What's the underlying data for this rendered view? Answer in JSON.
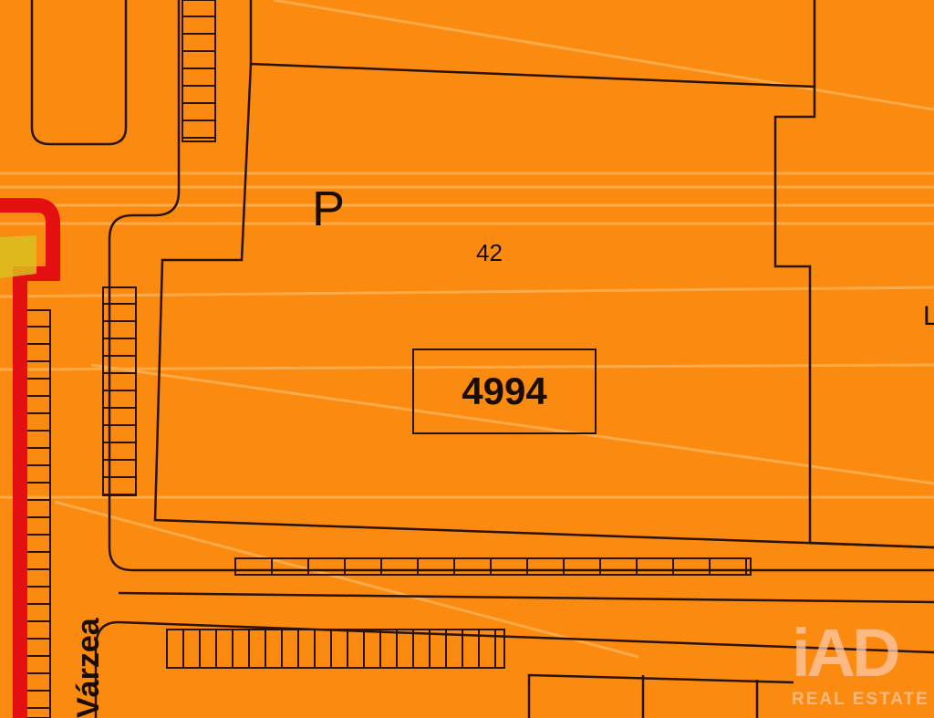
{
  "map": {
    "parcel_letter": "P",
    "parcel_number": "42",
    "plot_id": "4994",
    "street_name": "Várzea",
    "edge_letter": "L",
    "colors": {
      "background": "#fb8a10",
      "boundary": "#e41010",
      "lines": "#2a1300"
    }
  },
  "watermark": {
    "logo": "iAD",
    "subtitle": "REAL ESTATE"
  }
}
